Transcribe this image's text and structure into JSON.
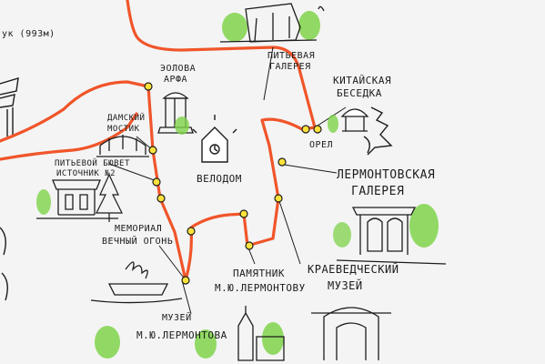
{
  "colors": {
    "route": "#f0552a",
    "stop_fill": "#ffe33c",
    "ink": "#1c1c1c",
    "paper": "#f4f4f4",
    "tree": "#7fd34a"
  },
  "labels": {
    "edge": "ук (993м)",
    "eolova": [
      "ЭОЛОВА",
      "АРФА"
    ],
    "pitievaya": [
      "ПИТЬЕВАЯ",
      "ГАЛЕРЕЯ"
    ],
    "kitayskaya": [
      "КИТАЙСКАЯ",
      "БЕСЕДКА"
    ],
    "orel": "ОРЕЛ",
    "damsky": [
      "ДАМСКИЙ",
      "МОСТИК"
    ],
    "buvet": [
      "ПИТЬЕВОЙ БЮВЕТ",
      "ИСТОЧНИК №2"
    ],
    "velodom": "ВЕЛОДОМ",
    "lermgal": [
      "ЛЕРМОНТОВСКАЯ",
      "ГАЛЕРЕЯ"
    ],
    "memorial": [
      "МЕМОРИАЛ",
      "ВЕЧНЫЙ ОГОНЬ"
    ],
    "pamyatnik": [
      "ПАМЯТНИК",
      "М.Ю.ЛЕРМОНТОВУ"
    ],
    "kraeved": [
      "КРАЕВЕДЧЕСКИЙ",
      "МУЗЕЙ"
    ],
    "muzey": [
      "МУЗЕЙ",
      "М.Ю.ЛЕРМОНТОВА"
    ]
  },
  "icons": [
    "fountain-icon",
    "house-icon",
    "tree-icon",
    "gazebo-icon",
    "eagle-icon",
    "rotunda-icon",
    "bridge-icon",
    "flame-icon",
    "church-icon",
    "arch-icon"
  ]
}
